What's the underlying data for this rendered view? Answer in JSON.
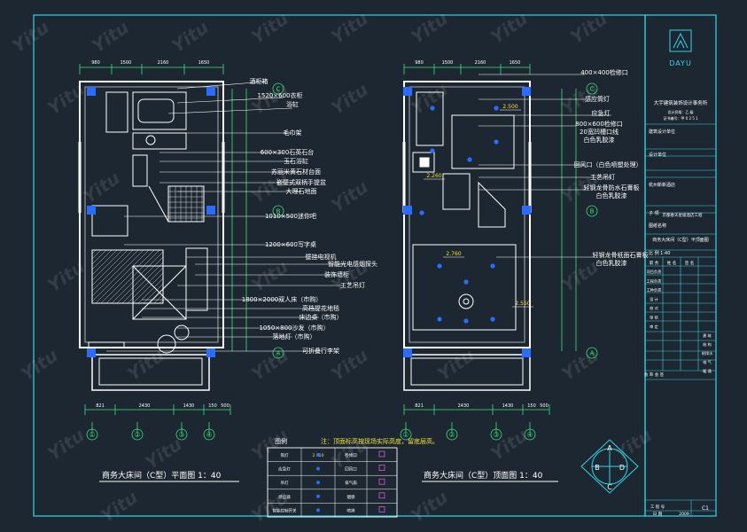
{
  "watermark": "Yitu",
  "colors": {
    "background": "#1d2731",
    "frame": "#33d6e6",
    "wall": "#ffffff",
    "dim": "#3fe07a",
    "text": "#ffffff",
    "accent": "#f2e23a",
    "marker": "#2b6cff",
    "grid_bubble": "#3fe07a"
  },
  "plan_left": {
    "title": "商务大床间（C型）平面图 1：40",
    "labels": [
      "酒柜箱",
      "1520×600衣柜",
      "浴缸",
      "毛巾架",
      "600×300石英石台",
      "玉石浴缸",
      "苏丽米黄石材台面",
      "嵌壁式双柄手提盆",
      "大理石地面",
      "1010×500迷你吧",
      "1200×600写字桌",
      "壁挂电视机",
      "智能光电感烟探头",
      "装饰墙柜",
      "工艺吊灯",
      "1800×2000双人床（市购）",
      "高档提花地毯",
      "床边桌（市购）",
      "1050×800沙发（市购）",
      "落地灯（市购）",
      "可折叠行李架"
    ],
    "top_dims": [
      "980",
      "1500",
      "2160",
      "1650"
    ],
    "bottom_dims": [
      "821",
      "2430",
      "1430",
      "150",
      "500"
    ],
    "bubbles": [
      "C",
      "B",
      "A",
      "C"
    ],
    "bottom_bubbles": [
      "①",
      "②",
      "③",
      "④"
    ]
  },
  "plan_right": {
    "title": "商务大床间（C型）顶面图 1：40",
    "labels": [
      "400×400检修口",
      "感应筒灯",
      "应急灯",
      "800×600检修口",
      "20宽凹槽口线",
      "白色乳胶漆",
      "回风口（白色喷塑处理）",
      "工艺吊灯",
      "轻钢龙骨防水石膏板",
      "白色乳胶漆",
      "轻钢龙骨纸面石膏板",
      "白色乳胶漆"
    ],
    "elevations": [
      "2.500",
      "2.260",
      "2.760",
      "2.550"
    ],
    "top_dims": [
      "980",
      "1500",
      "2160",
      "1650"
    ],
    "bottom_dims": [
      "821",
      "2430",
      "1430",
      "150",
      "500"
    ],
    "bubbles": [
      "C",
      "B",
      "A"
    ],
    "bottom_bubbles": [
      "①",
      "②",
      "③",
      "④"
    ]
  },
  "legend": {
    "title": "图例",
    "note": "注：顶面标高按现场实际高度，留底层高。",
    "rows": [
      [
        "筒灯",
        "2.750",
        "检修口",
        ""
      ],
      [
        "应急灯",
        "",
        "回风口",
        ""
      ],
      [
        "吊灯",
        "",
        "排气扇",
        ""
      ],
      [
        "感应器",
        "",
        "烟感",
        ""
      ],
      [
        "智能控制开关",
        "",
        "喷淋",
        ""
      ]
    ]
  },
  "title_block": {
    "logo_text": "DAYU",
    "company": "大宇建筑装饰设计事务所",
    "company_sub1": "设计资格：乙 级",
    "company_sub2": "证书编号：甲 0 2 5 1",
    "rows": [
      "建筑设计单位",
      "设计单位",
      "杭州新新酒店",
      "子 项",
      "图纸名称",
      "商务大床间（C型）平顶面图",
      "比 例 1:40"
    ],
    "project": "京都春天星级酒店工程",
    "sign_header": [
      "职 务",
      "姓 名",
      "签 名"
    ],
    "sign_rows": [
      "项目负责",
      "工程负责",
      "工种负责",
      "设 计",
      "校 对",
      "审 核",
      "审 定"
    ],
    "disciplines": [
      "建 筑",
      "结 构",
      "给排水",
      "电 气",
      "暖 通"
    ],
    "check_label": "会 审 会 签",
    "footer": [
      "工 程 号",
      "日 期",
      "2009"
    ],
    "sheet": "C1"
  },
  "compass": [
    "A",
    "B",
    "C",
    "D"
  ]
}
